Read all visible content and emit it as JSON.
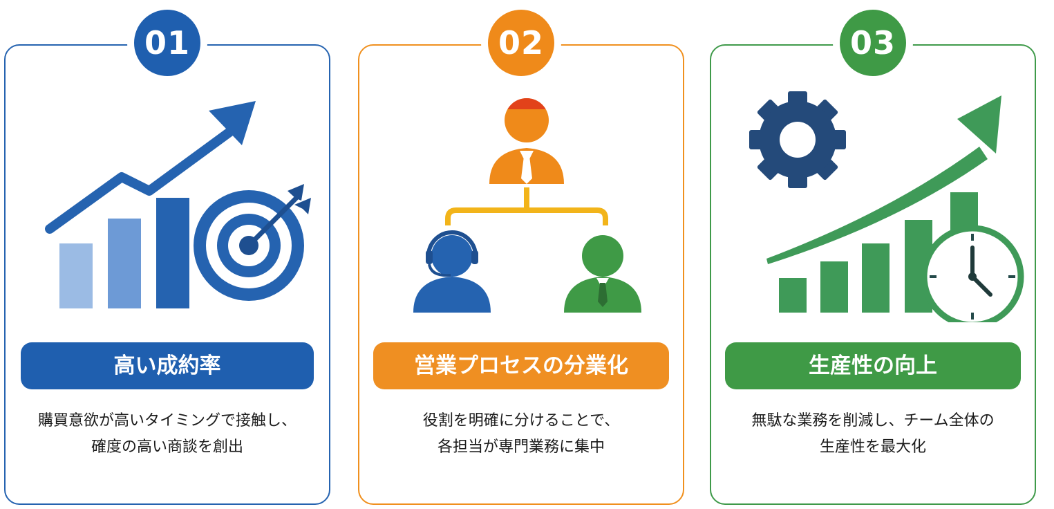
{
  "cards": [
    {
      "number": "01",
      "title": "高い成約率",
      "lines": [
        "購買意欲が高いタイミングで接触し、",
        "確度の高い商談を創出"
      ],
      "icons": [
        "bar-chart",
        "trend-arrow",
        "target"
      ],
      "color": "#1f5faf"
    },
    {
      "number": "02",
      "title": "営業プロセスの分業化",
      "lines": [
        "役割を明確に分けることで、",
        "各担当が専門業務に集中"
      ],
      "icons": [
        "manager-person",
        "headset-operator",
        "salesperson"
      ],
      "color": "#ef8f22"
    },
    {
      "number": "03",
      "title": "生産性の向上",
      "lines": [
        "無駄な業務を削減し、チーム全体の",
        "生産性を最大化"
      ],
      "icons": [
        "gear",
        "trend-arrow",
        "bar-chart",
        "stopwatch"
      ],
      "color": "#3f9a46"
    }
  ]
}
